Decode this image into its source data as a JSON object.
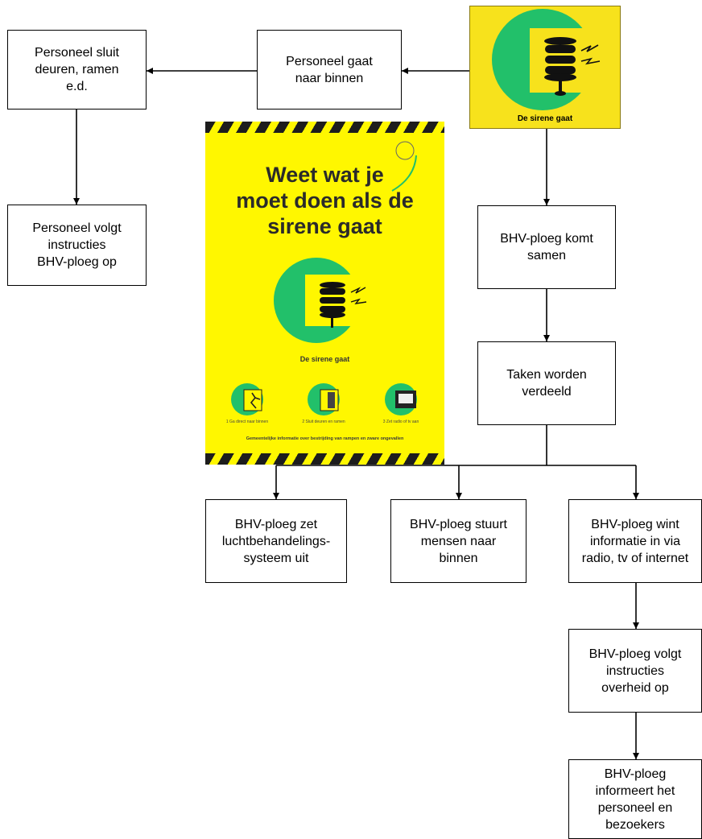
{
  "colors": {
    "sign_yellow": "#f7e21c",
    "poster_yellow": "#fff700",
    "emblem_green": "#22c06a",
    "line": "#000000"
  },
  "sign": {
    "caption": "De sirene gaat",
    "icon": "siren-icon"
  },
  "poster": {
    "headline": "Weet wat je\nmoet doen als de\nsirene gaat",
    "sign_caption": "De sirene gaat",
    "steps": [
      {
        "icon": "running-person-door-icon",
        "label": "1 Ga direct naar binnen"
      },
      {
        "icon": "door-icon",
        "label": "2 Sluit deuren en ramen"
      },
      {
        "icon": "radio-tv-icon",
        "label": "3 Zet radio of tv aan"
      }
    ],
    "footer": "Gemeentelijke informatie over bestrijding van rampen en zware ongevallen"
  },
  "boxes": {
    "personnel_inside": "Personeel gaat\nnaar binnen",
    "personnel_close": "Personeel sluit\ndeuren, ramen\ne.d.",
    "personnel_follow": "Personeel volgt\ninstructies\nBHV-ploeg op",
    "team_gathers": "BHV-ploeg komt\nsamen",
    "tasks_divided": "Taken worden\nverdeeld",
    "ventilation_off": "BHV-ploeg zet\nluchtbehandelings-\nsysteem uit",
    "send_inside": "BHV-ploeg stuurt\nmensen naar\nbinnen",
    "gather_info": "BHV-ploeg wint\ninformatie in via\nradio, tv of internet",
    "follow_government": "BHV-ploeg volgt\ninstructies\noverheid op",
    "inform_staff": "BHV-ploeg\ninformeert het\npersoneel  en\nbezoekers"
  }
}
